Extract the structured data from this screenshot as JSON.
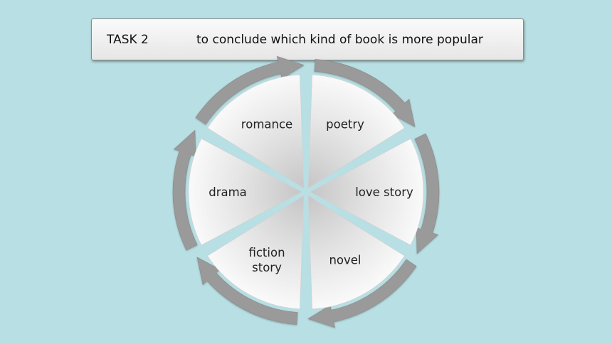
{
  "task": {
    "label": "TASK 2",
    "text": "to conclude which kind of book is more popular"
  },
  "cycle": {
    "segments": [
      {
        "label": "poetry"
      },
      {
        "label": "love story"
      },
      {
        "label": "novel"
      },
      {
        "label": "fiction story"
      },
      {
        "label": "drama"
      },
      {
        "label": "romance"
      }
    ]
  },
  "colors": {
    "background": "#b8dfe3",
    "arrow": "#9a9a9a"
  }
}
